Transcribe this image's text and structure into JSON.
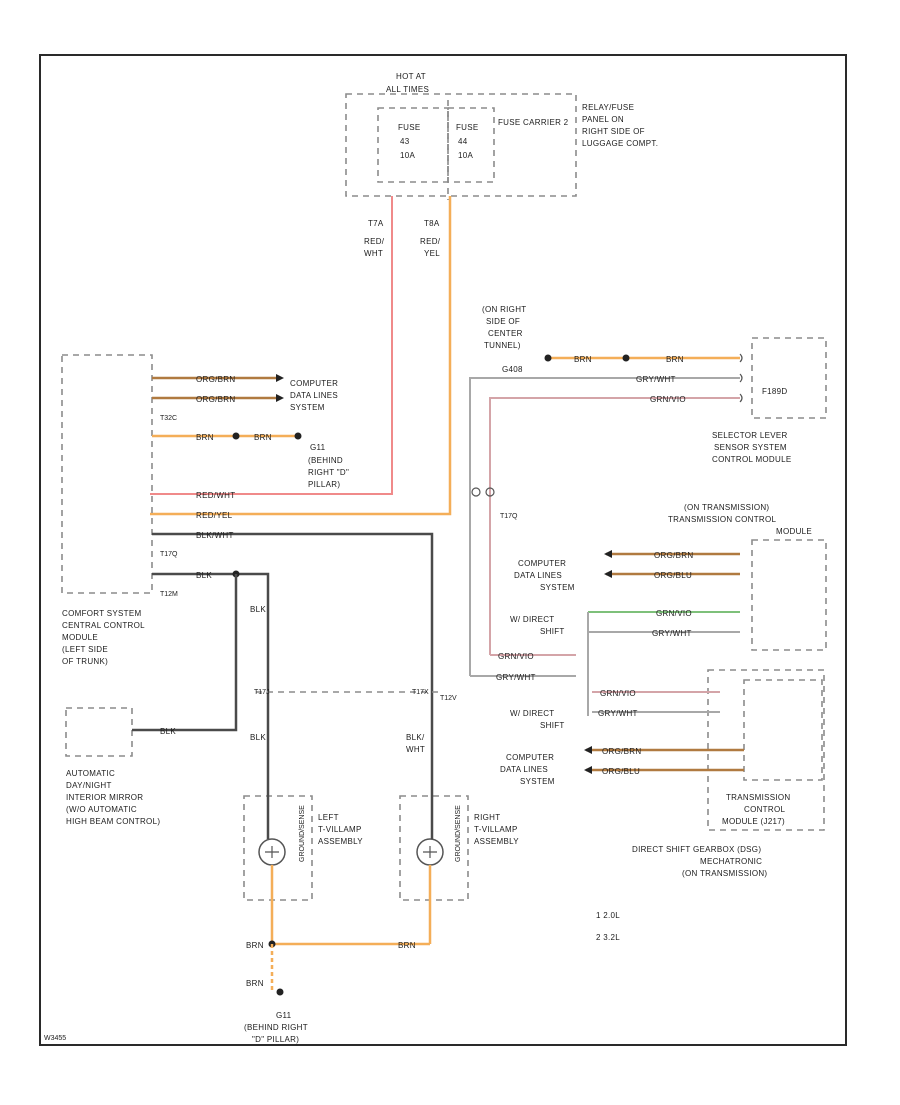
{
  "fuse_panel": {
    "hot_at": "HOT AT",
    "hot_at_2": "ALL TIMES",
    "fuse_a_1": "FUSE",
    "fuse_a_2": "43",
    "fuse_a_3": "10A",
    "fuse_b_1": "FUSE",
    "fuse_b_2": "44",
    "fuse_b_3": "10A",
    "fuse_carrier": "FUSE CARRIER 2",
    "panel_1": "RELAY/FUSE",
    "panel_2": "PANEL ON",
    "panel_3": "RIGHT SIDE OF",
    "panel_4": "LUGGAGE COMPT."
  },
  "wires_top": {
    "left_id": "T7A",
    "left_color_1": "RED/",
    "left_color_2": "WHT",
    "right_id": "T8A",
    "right_color_1": "RED/",
    "right_color_2": "YEL"
  },
  "tunnel": {
    "l1": "(ON RIGHT",
    "l2": "SIDE OF",
    "l3": "CENTER",
    "l4": "TUNNEL)",
    "l5": "G408"
  },
  "selector": {
    "component": "F189D",
    "w1": "BRN",
    "w2": "BRN",
    "w3": "GRY/WHT",
    "w4": "GRN/VIO",
    "l1": "SELECTOR LEVER",
    "l2": "SENSOR SYSTEM",
    "l3": "CONTROL MODULE"
  },
  "comfort": {
    "w1": "ORG/BRN",
    "w2": "ORG/BRN",
    "w3": "BRN",
    "w4": "BRN",
    "w5": "RED/WHT",
    "w6": "RED/YEL",
    "w7": "BLK/WHT",
    "w8": "BLK",
    "conn_1": "T32C",
    "conn_2": "T17Q",
    "conn_3": "T12M",
    "l1": "COMFORT SYSTEM",
    "l2": "CENTRAL CONTROL",
    "l3": "MODULE",
    "l4": "(LEFT SIDE",
    "l5": "OF TRUNK)"
  },
  "computer_data": {
    "l1": "COMPUTER",
    "l2": "DATA LINES",
    "l3": "SYSTEM"
  },
  "ground_g1": {
    "id": "G11",
    "l1": "(BEHIND",
    "l2": "RIGHT \"D\"",
    "l3": "PILLAR)"
  },
  "mirror": {
    "w1": "BLK",
    "l1": "AUTOMATIC",
    "l2": "DAY/NIGHT",
    "l3": "INTERIOR MIRROR",
    "l4": "(W/O AUTOMATIC",
    "l5": "HIGH BEAM CONTROL)"
  },
  "tcm": {
    "h1": "(ON TRANSMISSION)",
    "h2": "TRANSMISSION CONTROL",
    "h3": "MODULE",
    "conn": "T17Q",
    "cd_1": "COMPUTER",
    "cd_2": "DATA LINES",
    "cd_3": "SYSTEM",
    "ds_1": "W/ DIRECT",
    "ds_2": "SHIFT",
    "w1": "ORG/BRN",
    "w2": "ORG/BLU",
    "w3": "GRN/VIO",
    "w4": "GRY/WHT",
    "w5": "GRN/VIO",
    "w6": "GRY/WHT"
  },
  "lower_tcm": {
    "ds_1": "W/ DIRECT",
    "ds_2": "SHIFT",
    "cd_1": "COMPUTER",
    "cd_2": "DATA LINES",
    "cd_3": "SYSTEM",
    "w1": "GRN/VIO",
    "w2": "GRY/WHT",
    "w3": "ORG/BRN",
    "w4": "ORG/BLU",
    "l1": "TRANSMISSION",
    "l2": "CONTROL",
    "l3": "MODULE (J217)",
    "g1": "DIRECT SHIFT GEARBOX (DSG)",
    "g2": "MECHATRONIC",
    "g3": "(ON TRANSMISSION)"
  },
  "splice": {
    "left": "T17J",
    "right": "T17X",
    "right2": "T12V"
  },
  "lamps": {
    "left_w": "BLK",
    "right_w1": "BLK/",
    "right_w2": "WHT",
    "left_1": "LEFT",
    "left_2": "T-VILLAMP",
    "left_3": "ASSEMBLY",
    "right_1": "RIGHT",
    "right_2": "T-VILLAMP",
    "right_3": "ASSEMBLY",
    "side_l": "GROUND/SENSE",
    "side_r": "GROUND/SENSE"
  },
  "bottom": {
    "w1": "BRN",
    "w2": "BRN",
    "w3": "BRN",
    "gid": "G11",
    "g1": "(BEHIND RIGHT",
    "g2": "\"D\" PILLAR)",
    "note_1": "1  2.0L",
    "note_2": "2  3.2L",
    "code": "W3455"
  }
}
